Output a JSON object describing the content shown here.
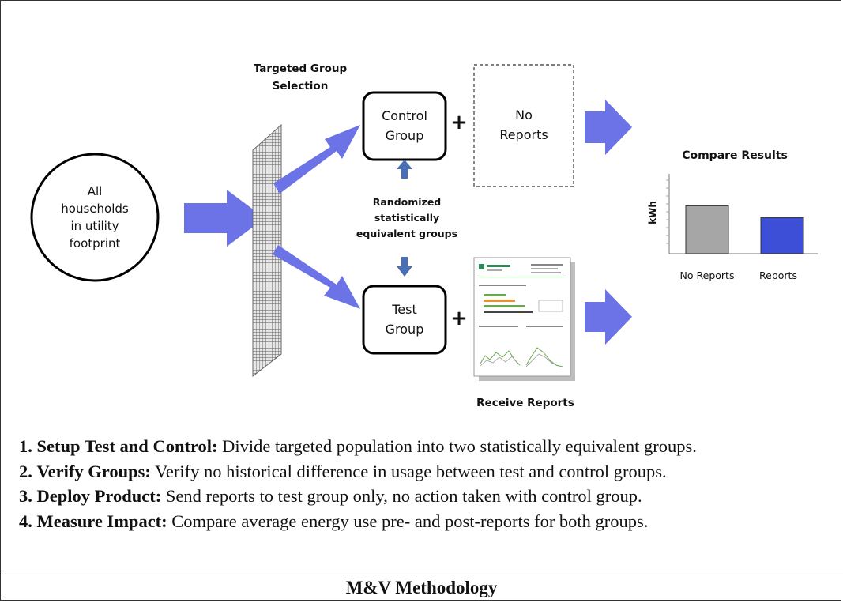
{
  "population": {
    "lines": [
      "All",
      "households",
      "in utility",
      "footprint"
    ]
  },
  "selection": {
    "lines": [
      "Targeted Group",
      "Selection"
    ]
  },
  "control_group": {
    "lines": [
      "Control",
      "Group"
    ]
  },
  "test_group": {
    "lines": [
      "Test",
      "Group"
    ]
  },
  "no_reports": {
    "lines": [
      "No",
      "Reports"
    ]
  },
  "randomized": {
    "lines": [
      "Randomized",
      "statistically",
      "equivalent groups"
    ]
  },
  "receive_reports": "Receive Reports",
  "plus": "+",
  "compare": {
    "title": "Compare Results",
    "ylabel": "kWh"
  },
  "chart_data": {
    "type": "bar",
    "title": "Compare Results",
    "ylabel": "kWh",
    "xlabel": "",
    "categories": [
      "No Reports",
      "Reports"
    ],
    "values": [
      0.6,
      0.45
    ],
    "ylim": [
      0,
      1
    ],
    "colors": [
      "#a6a6a6",
      "#3d4fd6"
    ],
    "grid": false
  },
  "steps": [
    {
      "num": "1.",
      "title": "Setup Test and Control:",
      "text": " Divide targeted population into two statistically equivalent groups."
    },
    {
      "num": "2.",
      "title": "Verify Groups:",
      "text": " Verify no historical difference in usage between test and control groups."
    },
    {
      "num": "3.",
      "title": "Deploy Product:",
      "text": " Send reports to test group only, no action taken with control group."
    },
    {
      "num": "4.",
      "title": "Measure Impact:",
      "text": " Compare average energy use pre- and post-reports for both groups."
    }
  ],
  "footer_title": "M&V Methodology",
  "colors": {
    "arrow": "#6b73e6",
    "small_arrow": "#4a6fb5",
    "bar_no_reports": "#a6a6a6",
    "bar_reports": "#3d4fd6",
    "border": "#333333"
  }
}
